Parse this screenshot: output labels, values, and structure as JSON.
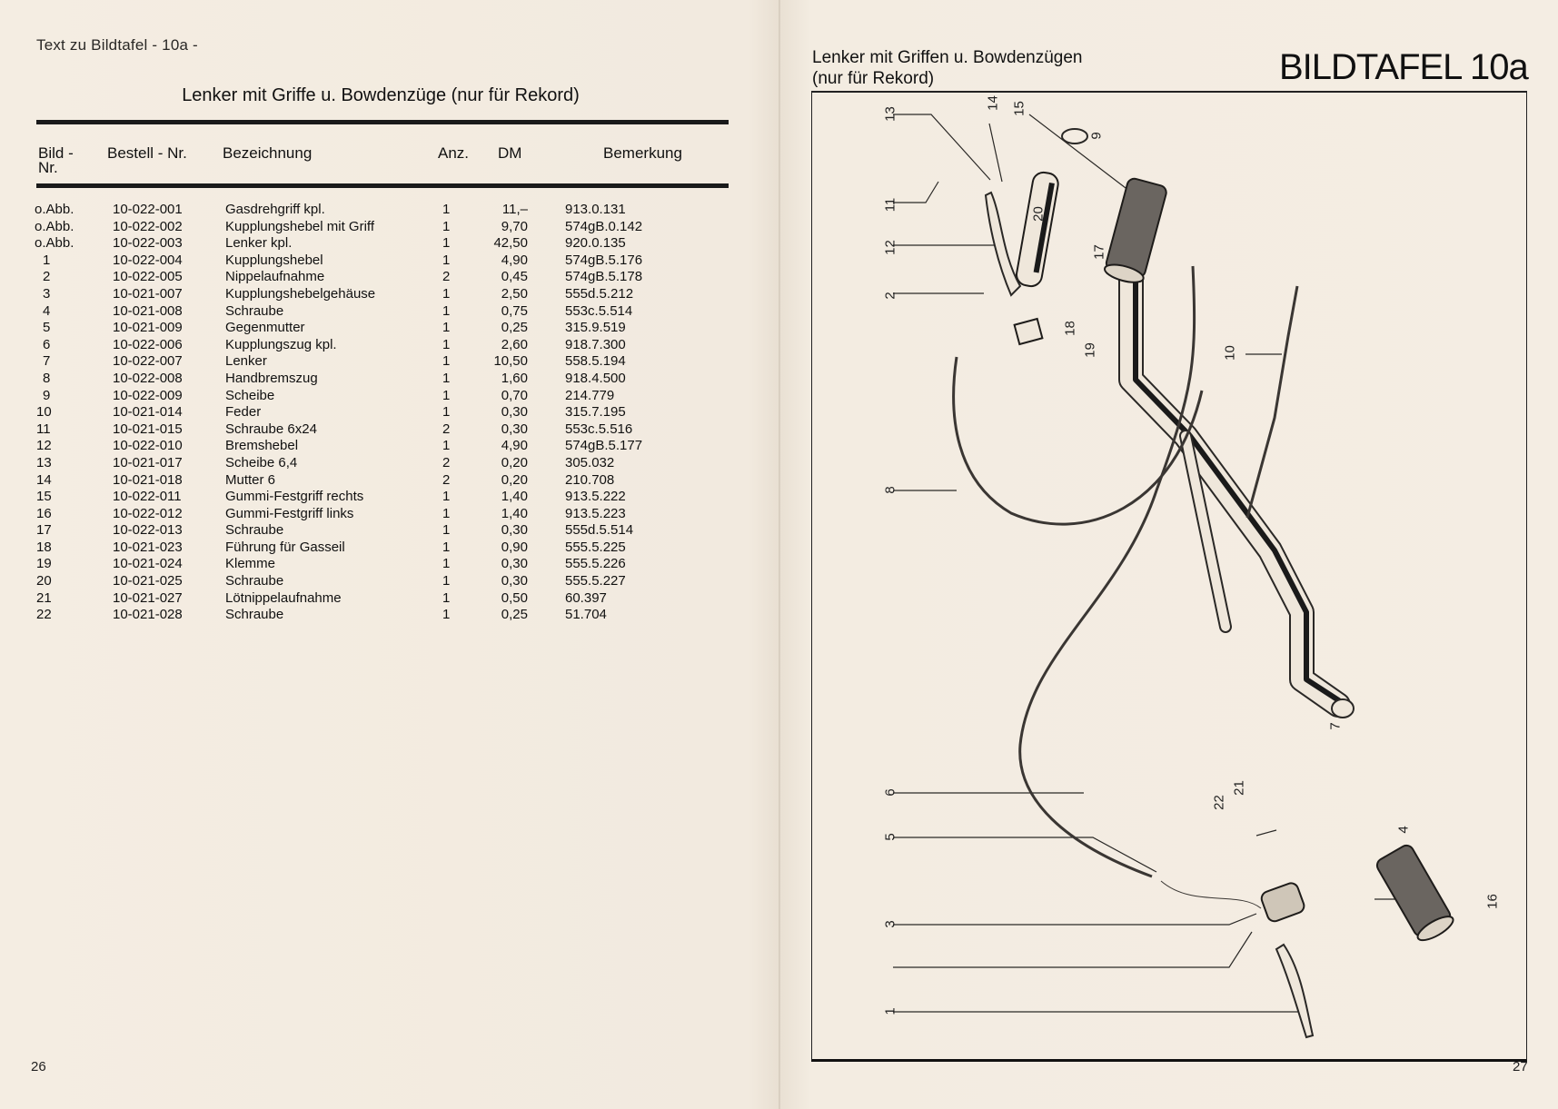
{
  "left_page": {
    "supertitle": "Text zu Bildtafel - 10a -",
    "title": "Lenker mit Griffe u. Bowdenzüge (nur für Rekord)",
    "columns": {
      "bild": "Bild -",
      "bild2": "Nr.",
      "bestell": "Bestell - Nr.",
      "bezeichnung": "Bezeichnung",
      "anz": "Anz.",
      "dm": "DM",
      "bemerkung": "Bemerkung"
    },
    "rows": [
      {
        "bild": "o.Abb.",
        "nr": "10-022-001",
        "bez": "Gasdrehgriff kpl.",
        "anz": "1",
        "dm": "11,–",
        "bem": "913.0.131"
      },
      {
        "bild": "o.Abb.",
        "nr": "10-022-002",
        "bez": "Kupplungshebel mit Griff",
        "anz": "1",
        "dm": "9,70",
        "bem": "574gB.0.142"
      },
      {
        "bild": "o.Abb.",
        "nr": "10-022-003",
        "bez": "Lenker kpl.",
        "anz": "1",
        "dm": "42,50",
        "bem": "920.0.135"
      },
      {
        "bild": "1",
        "nr": "10-022-004",
        "bez": "Kupplungshebel",
        "anz": "1",
        "dm": "4,90",
        "bem": "574gB.5.176"
      },
      {
        "bild": "2",
        "nr": "10-022-005",
        "bez": "Nippelaufnahme",
        "anz": "2",
        "dm": "0,45",
        "bem": "574gB.5.178"
      },
      {
        "bild": "3",
        "nr": "10-021-007",
        "bez": "Kupplungshebelgehäuse",
        "anz": "1",
        "dm": "2,50",
        "bem": "555d.5.212"
      },
      {
        "bild": "4",
        "nr": "10-021-008",
        "bez": "Schraube",
        "anz": "1",
        "dm": "0,75",
        "bem": "553c.5.514"
      },
      {
        "bild": "5",
        "nr": "10-021-009",
        "bez": "Gegenmutter",
        "anz": "1",
        "dm": "0,25",
        "bem": "315.9.519"
      },
      {
        "bild": "6",
        "nr": "10-022-006",
        "bez": "Kupplungszug kpl.",
        "anz": "1",
        "dm": "2,60",
        "bem": "918.7.300"
      },
      {
        "bild": "7",
        "nr": "10-022-007",
        "bez": "Lenker",
        "anz": "1",
        "dm": "10,50",
        "bem": "558.5.194"
      },
      {
        "bild": "8",
        "nr": "10-022-008",
        "bez": "Handbremszug",
        "anz": "1",
        "dm": "1,60",
        "bem": "918.4.500"
      },
      {
        "bild": "9",
        "nr": "10-022-009",
        "bez": "Scheibe",
        "anz": "1",
        "dm": "0,70",
        "bem": "214.779"
      },
      {
        "bild": "10",
        "nr": "10-021-014",
        "bez": "Feder",
        "anz": "1",
        "dm": "0,30",
        "bem": "315.7.195"
      },
      {
        "bild": "11",
        "nr": "10-021-015",
        "bez": "Schraube 6x24",
        "anz": "2",
        "dm": "0,30",
        "bem": "553c.5.516"
      },
      {
        "bild": "12",
        "nr": "10-022-010",
        "bez": "Bremshebel",
        "anz": "1",
        "dm": "4,90",
        "bem": "574gB.5.177"
      },
      {
        "bild": "13",
        "nr": "10-021-017",
        "bez": "Scheibe 6,4",
        "anz": "2",
        "dm": "0,20",
        "bem": "305.032"
      },
      {
        "bild": "14",
        "nr": "10-021-018",
        "bez": "Mutter 6",
        "anz": "2",
        "dm": "0,20",
        "bem": "210.708"
      },
      {
        "bild": "15",
        "nr": "10-022-011",
        "bez": "Gummi-Festgriff rechts",
        "anz": "1",
        "dm": "1,40",
        "bem": "913.5.222"
      },
      {
        "bild": "16",
        "nr": "10-022-012",
        "bez": "Gummi-Festgriff links",
        "anz": "1",
        "dm": "1,40",
        "bem": "913.5.223"
      },
      {
        "bild": "17",
        "nr": "10-022-013",
        "bez": "Schraube",
        "anz": "1",
        "dm": "0,30",
        "bem": "555d.5.514"
      },
      {
        "bild": "18",
        "nr": "10-021-023",
        "bez": "Führung für Gasseil",
        "anz": "1",
        "dm": "0,90",
        "bem": "555.5.225"
      },
      {
        "bild": "19",
        "nr": "10-021-024",
        "bez": "Klemme",
        "anz": "1",
        "dm": "0,30",
        "bem": "555.5.226"
      },
      {
        "bild": "20",
        "nr": "10-021-025",
        "bez": "Schraube",
        "anz": "1",
        "dm": "0,30",
        "bem": "555.5.227"
      },
      {
        "bild": "21",
        "nr": "10-021-027",
        "bez": "Lötnippelaufnahme",
        "anz": "1",
        "dm": "0,50",
        "bem": "60.397"
      },
      {
        "bild": "22",
        "nr": "10-021-028",
        "bez": "Schraube",
        "anz": "1",
        "dm": "0,25",
        "bem": "51.704"
      }
    ],
    "page_number": "26"
  },
  "right_page": {
    "title_line1": "Lenker mit Griffen u. Bowdenzügen",
    "title_line2": "(nur für Rekord)",
    "plate_label": "BILDTAFEL 10a",
    "callouts": [
      "13",
      "14",
      "15",
      "9",
      "11",
      "20",
      "12",
      "17",
      "2",
      "18",
      "19",
      "10",
      "8",
      "7",
      "6",
      "5",
      "22",
      "21",
      "4",
      "3",
      "16",
      "1"
    ],
    "page_number": "27"
  }
}
